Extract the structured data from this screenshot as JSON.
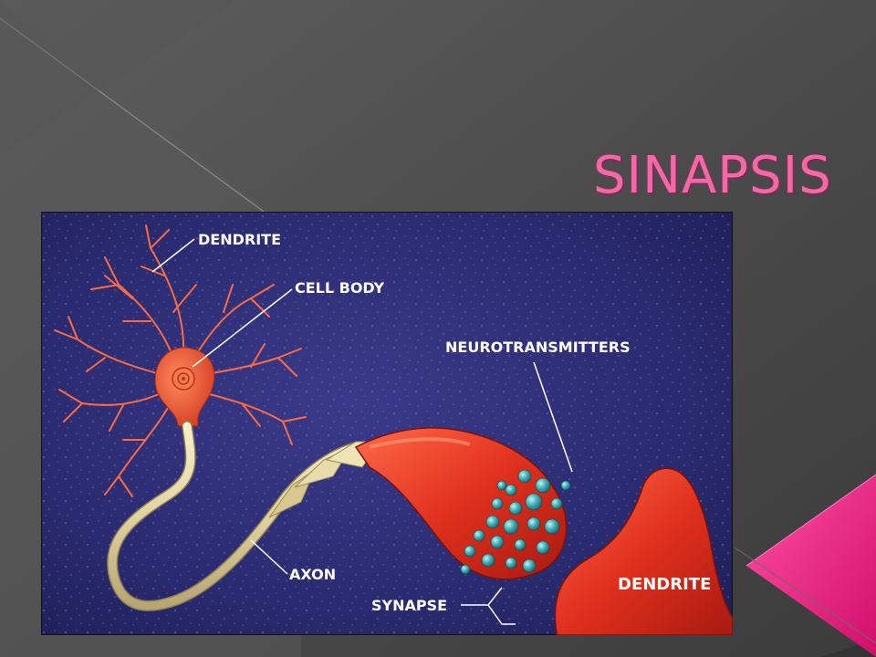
{
  "slide": {
    "title": "SINAPSIS",
    "accent_color": "#e6137a"
  },
  "diagram": {
    "labels": {
      "dendrite_top": "DENDRITE",
      "cell_body": "CELL BODY",
      "neurotransmitters": "NEUROTRANSMITTERS",
      "axon": "AXON",
      "synapse": "SYNAPSE",
      "dendrite_bottom": "DENDRITE"
    }
  }
}
